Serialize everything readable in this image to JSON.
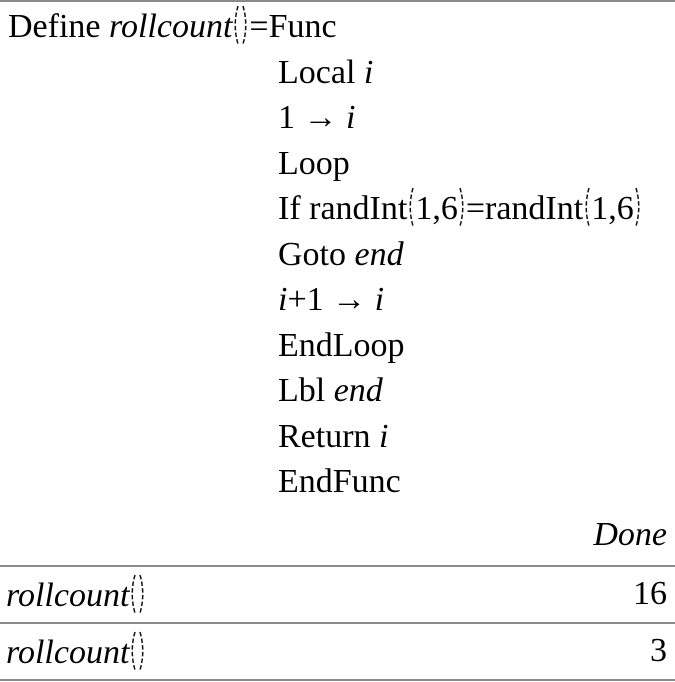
{
  "colors": {
    "background": "#ffffff",
    "text": "#000000",
    "separator": "#8a8a8a"
  },
  "definition": {
    "define_line": {
      "segments": [
        {
          "text": "Define ",
          "style": "roman"
        },
        {
          "text": "rollcount",
          "style": "italic"
        },
        {
          "style": "parens"
        },
        {
          "text": "=Func",
          "style": "roman"
        }
      ]
    },
    "body_lines": [
      {
        "segments": [
          {
            "text": "Local ",
            "style": "roman"
          },
          {
            "text": "i",
            "style": "italic"
          }
        ]
      },
      {
        "segments": [
          {
            "text": "1 → ",
            "style": "roman"
          },
          {
            "text": "i",
            "style": "italic"
          }
        ]
      },
      {
        "segments": [
          {
            "text": "Loop",
            "style": "roman"
          }
        ]
      },
      {
        "segments": [
          {
            "text": "If randInt",
            "style": "roman"
          },
          {
            "style": "paren-open"
          },
          {
            "text": "1,6",
            "style": "roman"
          },
          {
            "style": "paren-close"
          },
          {
            "text": "=randInt",
            "style": "roman"
          },
          {
            "style": "paren-open"
          },
          {
            "text": "1,6",
            "style": "roman"
          },
          {
            "style": "paren-close"
          }
        ]
      },
      {
        "segments": [
          {
            "text": "Goto ",
            "style": "roman"
          },
          {
            "text": "end",
            "style": "italic"
          }
        ]
      },
      {
        "segments": [
          {
            "text": "i",
            "style": "italic"
          },
          {
            "text": "+1 → ",
            "style": "roman"
          },
          {
            "text": "i",
            "style": "italic"
          }
        ]
      },
      {
        "segments": [
          {
            "text": "EndLoop",
            "style": "roman"
          }
        ]
      },
      {
        "segments": [
          {
            "text": "Lbl ",
            "style": "roman"
          },
          {
            "text": "end",
            "style": "italic"
          }
        ]
      },
      {
        "segments": [
          {
            "text": "Return ",
            "style": "roman"
          },
          {
            "text": "i",
            "style": "italic"
          }
        ]
      },
      {
        "segments": [
          {
            "text": "EndFunc",
            "style": "roman"
          }
        ]
      }
    ],
    "status": "Done"
  },
  "entries": [
    {
      "expression_segments": [
        {
          "text": "rollcount",
          "style": "italic"
        },
        {
          "style": "parens"
        }
      ],
      "result": "16"
    },
    {
      "expression_segments": [
        {
          "text": "rollcount",
          "style": "italic"
        },
        {
          "style": "parens"
        }
      ],
      "result": "3"
    }
  ]
}
